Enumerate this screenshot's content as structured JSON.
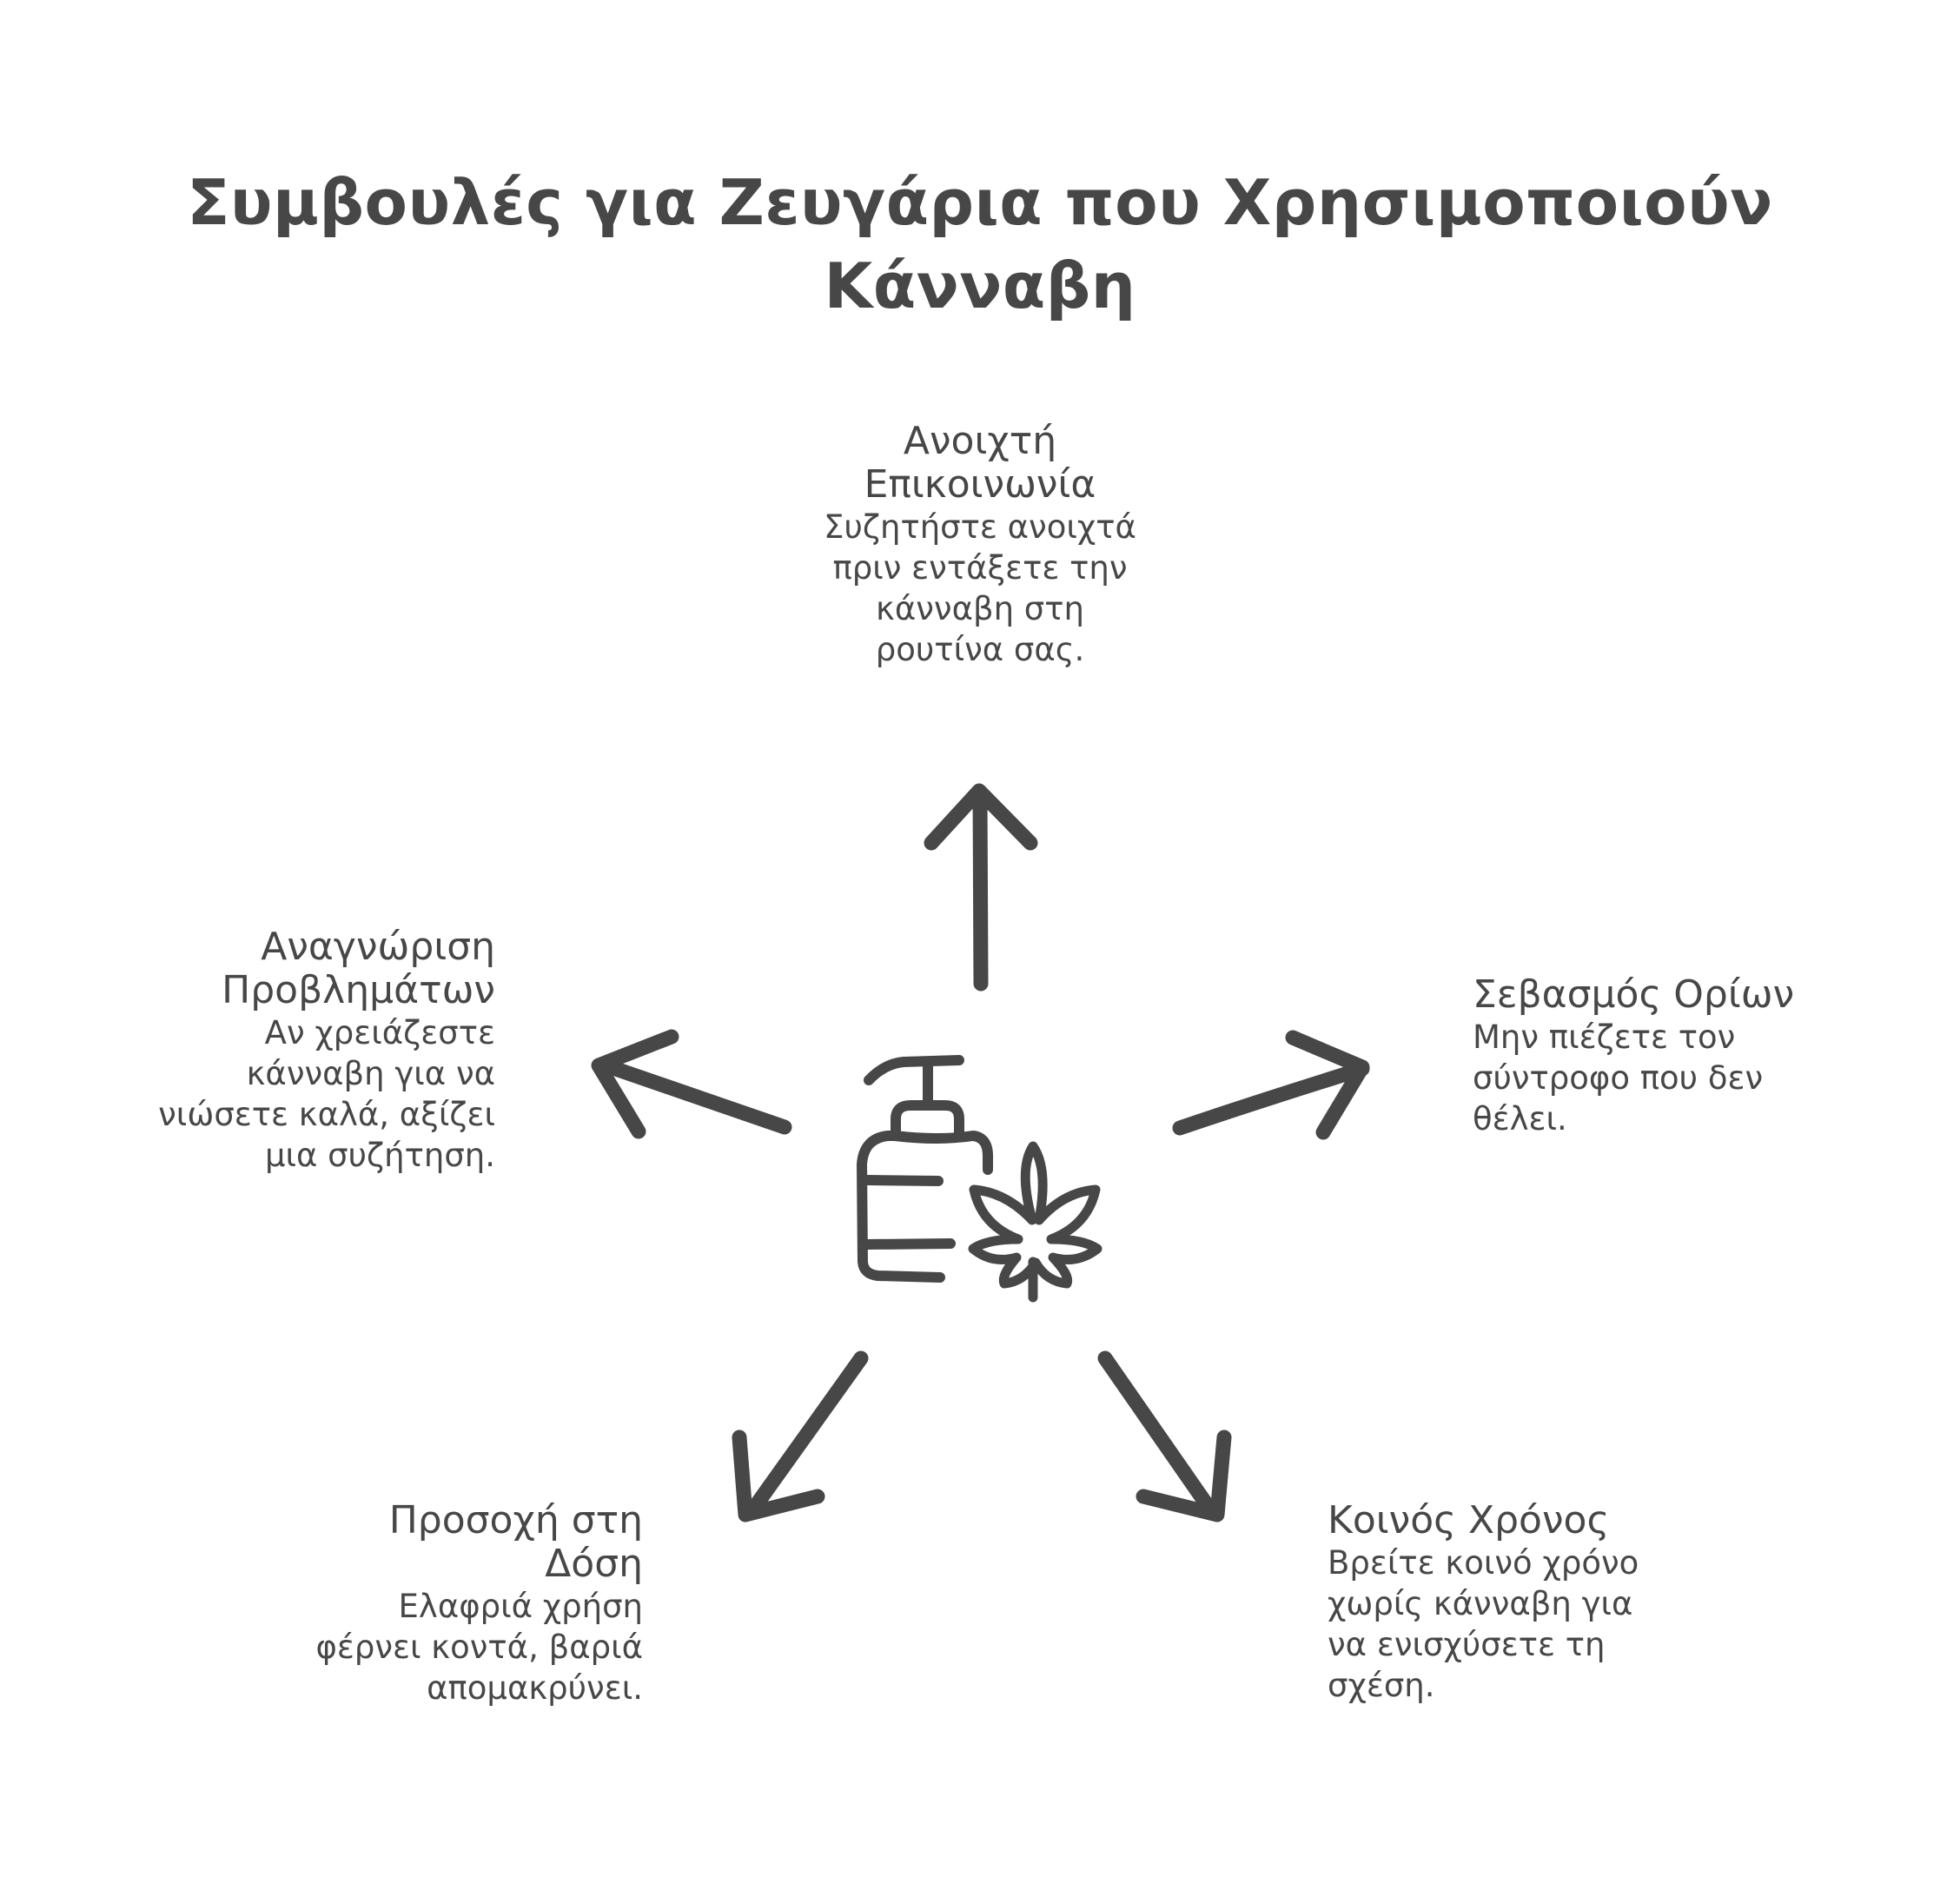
{
  "title": {
    "line1": "Συμβουλές για Ζευγάρια που Χρησιμοποιούν",
    "line2": "Κάνναβη"
  },
  "center_icon": {
    "name": "lotion-bottle-and-cannabis-leaf-icon",
    "color": "#474747"
  },
  "colors": {
    "text": "#474747",
    "arrows": "#474747",
    "background": "#ffffff"
  },
  "tips": [
    {
      "position": "top",
      "heading": "Ανοιχτή\nΕπικοινωνία",
      "body": "Συζητήστε ανοιχτά\nπριν εντάξετε την\nκάνναβη στη\nρουτίνα σας.",
      "arrow_direction": "up"
    },
    {
      "position": "left",
      "heading": "Αναγνώριση\nΠροβλημάτων",
      "body": "Αν χρειάζεστε\nκάνναβη για να\nνιώσετε καλά, αξίζει\nμια συζήτηση.",
      "arrow_direction": "up-left"
    },
    {
      "position": "right",
      "heading": "Σεβασμός Ορίων",
      "body": "Μην πιέζετε τον\nσύντροφο που δεν\nθέλει.",
      "arrow_direction": "up-right"
    },
    {
      "position": "bottom-left",
      "heading": "Προσοχή στη\nΔόση",
      "body": "Ελαφριά χρήση\nφέρνει κοντά, βαριά\nαπομακρύνει.",
      "arrow_direction": "down-left"
    },
    {
      "position": "bottom-right",
      "heading": "Κοινός Χρόνος",
      "body": "Βρείτε κοινό χρόνο\nχωρίς κάνναβη για\nνα ενισχύσετε τη\nσχέση.",
      "arrow_direction": "down-right"
    }
  ]
}
